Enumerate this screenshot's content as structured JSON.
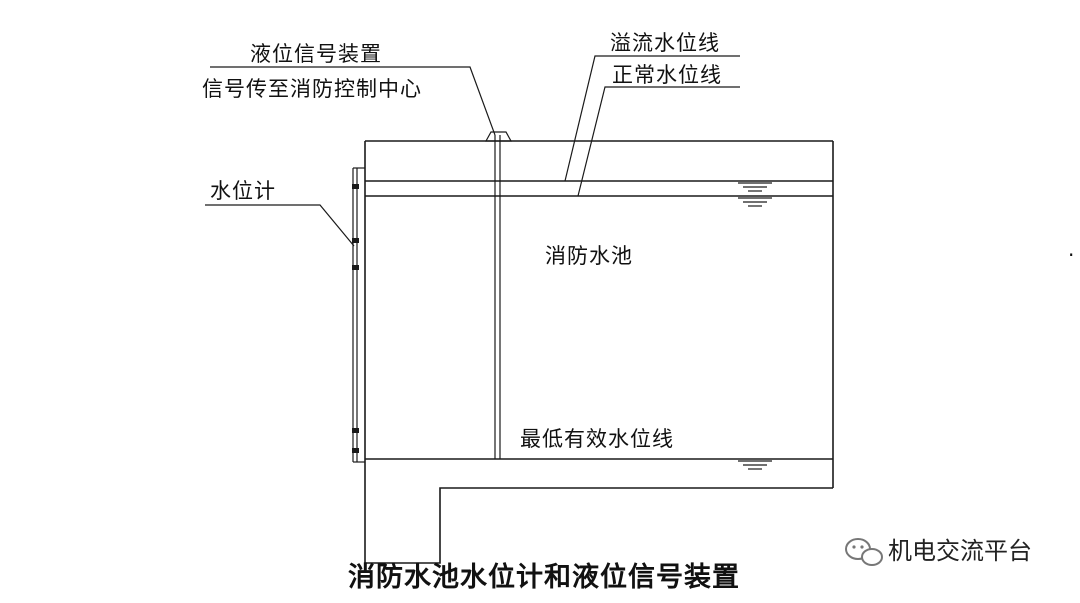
{
  "labels": {
    "level_signal_device": "液位信号装置",
    "signal_to_control": "信号传至消防控制中心",
    "overflow_level": "溢流水位线",
    "normal_level": "正常水位线",
    "water_level_gauge": "水位计",
    "fire_pool": "消防水池",
    "min_effective_level": "最低有效水位线"
  },
  "title": "消防水池水位计和液位信号装置",
  "watermark": "机电交流平台"
}
